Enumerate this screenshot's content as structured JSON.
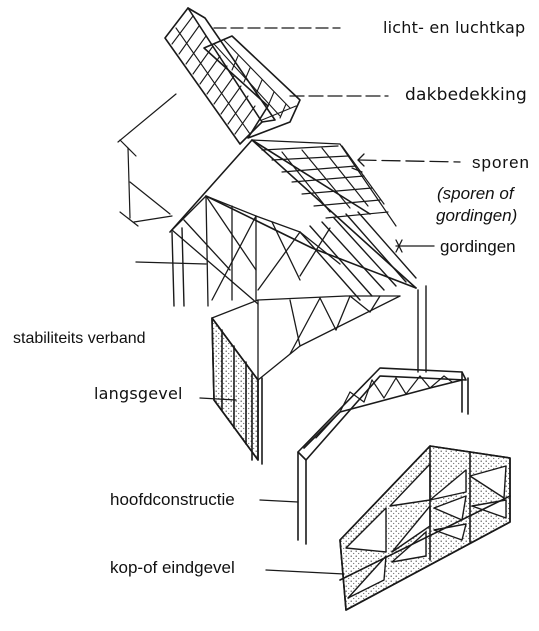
{
  "labels": {
    "licht_en_luchtkap": "licht- en luchtkap",
    "dakbedekking": "dakbedekking",
    "sporen": "sporen",
    "sporen_of_gordingen_line1": "(sporen of",
    "sporen_of_gordingen_line2": "gordingen)",
    "gordingen": "gordingen",
    "stabiliteits_verband": "stabiliteits verband",
    "langsgevel": "langsgevel",
    "hoofdconstructie": "hoofdconstructie",
    "kop_of_eindgevel": "kop-of eindgevel"
  },
  "colors": {
    "ink": "#1a1a1a",
    "paper": "#ffffff",
    "stipple": "#555555"
  }
}
